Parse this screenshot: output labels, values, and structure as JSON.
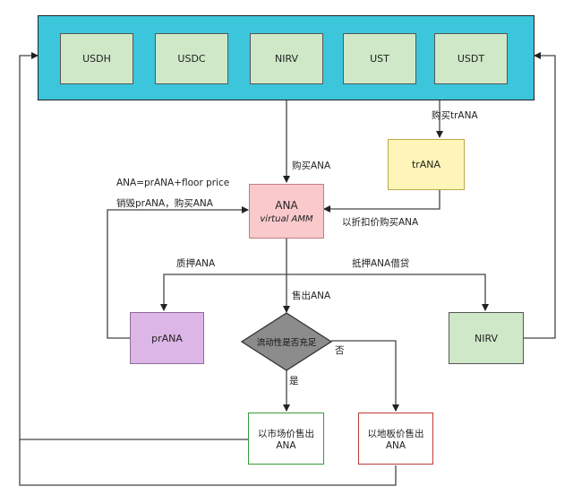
{
  "stablecoins": [
    "USDH",
    "USDC",
    "NIRV",
    "UST",
    "USDT"
  ],
  "nodes": {
    "trana": "trANA",
    "ana_title": "ANA",
    "ana_sub": "virtual AMM",
    "prana": "prANA",
    "nirv_right": "NIRV",
    "decision": "流动性是否充足",
    "market_sell_line1": "以市场价售出",
    "market_sell_line2": "ANA",
    "floor_sell_line1": "以地板价售出",
    "floor_sell_line2": "ANA"
  },
  "edges": {
    "buy_trana": "购买trANA",
    "buy_ana": "购买ANA",
    "formula": "ANA=prANA+floor price",
    "burn_prana": "销毁prANA，购买ANA",
    "discount_buy": "以折扣价购买ANA",
    "stake_ana": "质押ANA",
    "collateral_loan": "抵押ANA借贷",
    "sell_ana": "售出ANA",
    "yes": "是",
    "no": "否"
  },
  "colors": {
    "container": "#3cc6dc",
    "token": "#cfe8c8",
    "trana": "#fff5b8",
    "ana": "#f9c9cc",
    "prana": "#dcb6e6",
    "decision": "#8c8c8c",
    "market_border": "#3a9a3a",
    "floor_border": "#c03a3a"
  }
}
